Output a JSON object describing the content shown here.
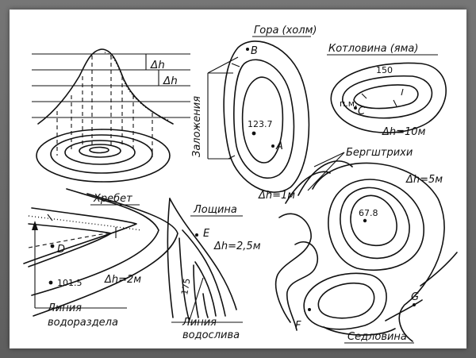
{
  "hill": {
    "title": "Гора (холм)",
    "elevation": "123.7",
    "point_a": "A",
    "point_b": "B",
    "interval": "Δh=1м",
    "slope_label": "Заложения"
  },
  "profile": {
    "dh_upper": "Δh",
    "dh_lower": "Δh"
  },
  "basin": {
    "title": "Котловина (яма)",
    "contour_value": "150",
    "slope_value": "п.м.",
    "point_c": "C",
    "interval": "Δh=10м",
    "hachure_label": "Бергштрихи"
  },
  "ridge": {
    "title": "Хребет",
    "point_d": "D",
    "elevation": "101.5",
    "interval": "Δh=2м",
    "watershed_label_line1": "Линия",
    "watershed_label_line2": "водораздела"
  },
  "valley": {
    "title": "Лощина",
    "point_e": "E",
    "interval": "Δh=2,5м",
    "contour_value": "175",
    "thalweg_label_line1": "Линия",
    "thalweg_label_line2": "водослива"
  },
  "saddle": {
    "title": "Седловина",
    "interval": "Δh=5м",
    "elevation": "67.8",
    "point_f": "F",
    "point_g": "G"
  }
}
